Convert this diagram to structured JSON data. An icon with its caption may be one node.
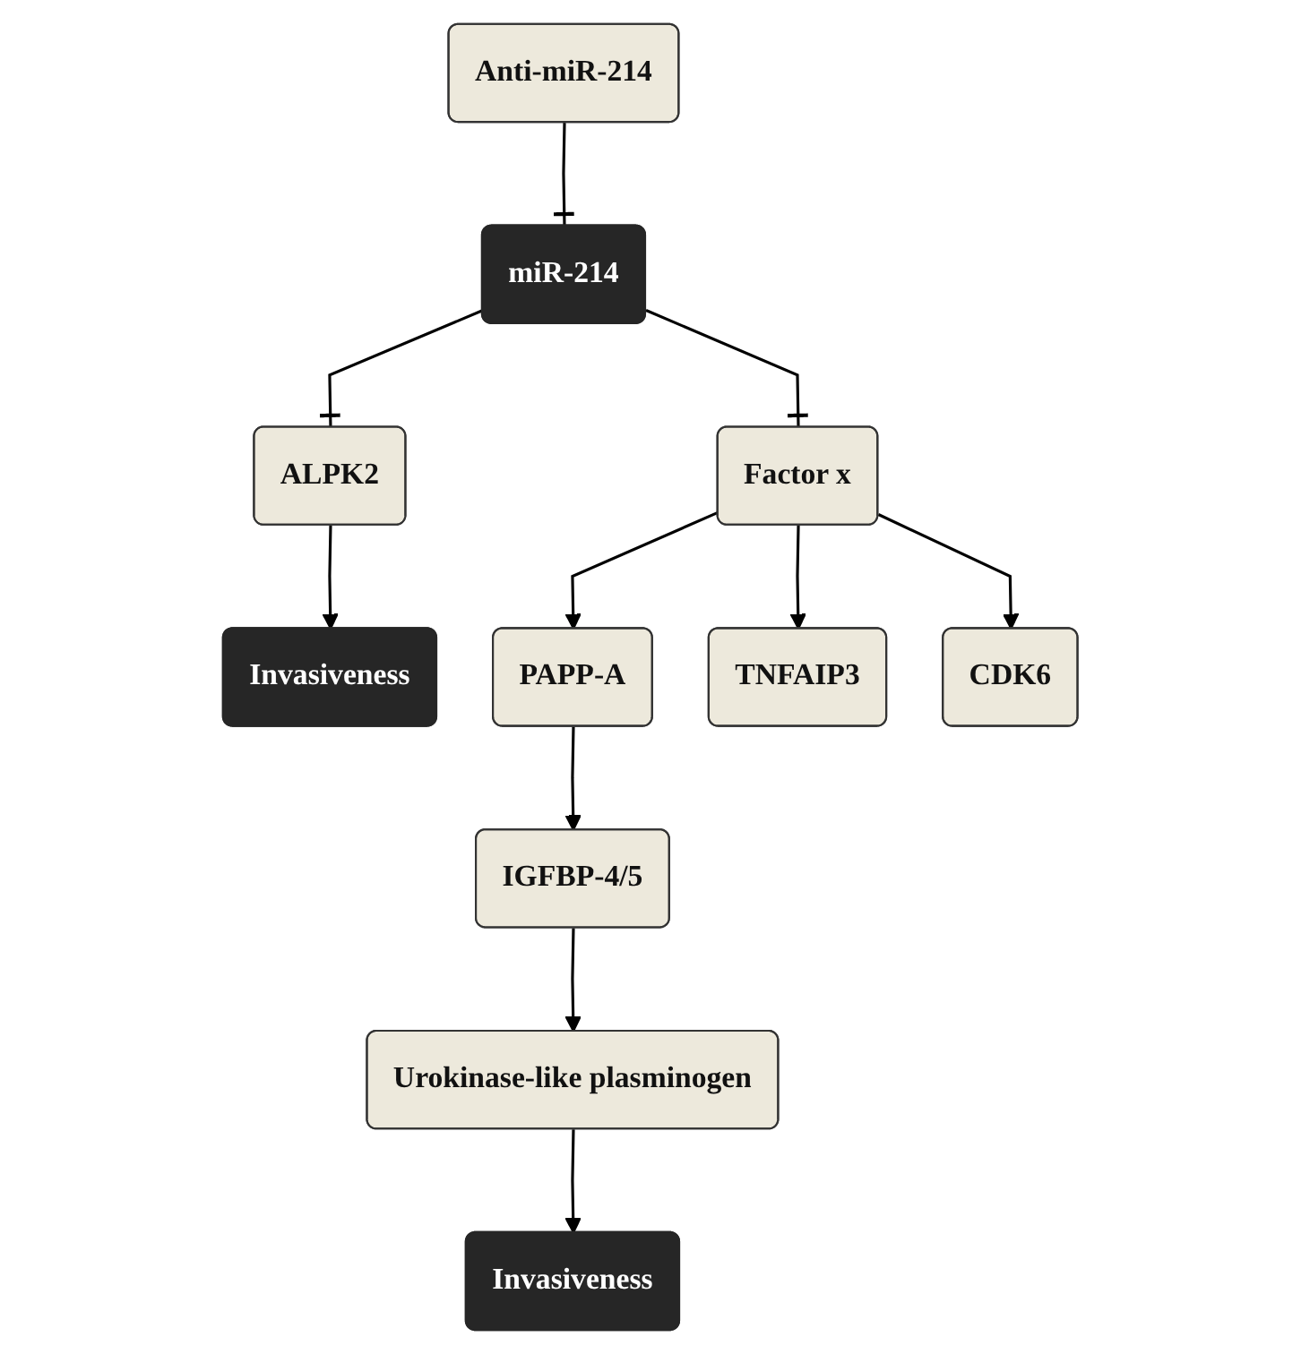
{
  "diagram": {
    "nodes": [
      {
        "text": [
          "miR-214"
        ]
      },
      {
        "text": [
          "Anti-miR-214"
        ]
      },
      {
        "text": [
          "ALPK2"
        ]
      },
      {
        "text": [
          "Factor x"
        ]
      },
      {
        "text": [
          "Invasiveness"
        ]
      },
      {
        "text": [
          "PAPP-A"
        ]
      },
      {
        "text": [
          "TNFAIP3"
        ]
      },
      {
        "text": [
          "CDK6"
        ]
      },
      {
        "text": [
          "IGFBP-4/5"
        ]
      },
      {
        "text": [
          "Urokinase-like plasminogen"
        ]
      },
      {
        "text": [
          "Invasiveness"
        ]
      }
    ],
    "edges": [
      {
        "from": 1,
        "to": 0,
        "arrow": "other"
      },
      {
        "from": 0,
        "to": 2,
        "arrow": "other"
      },
      {
        "from": 0,
        "to": 3,
        "arrow": "other"
      },
      {
        "from": 2,
        "to": 4,
        "arrow": "to"
      },
      {
        "from": 3,
        "to": 5,
        "arrow": "to"
      },
      {
        "from": 3,
        "to": 6,
        "arrow": "to"
      },
      {
        "from": 3,
        "to": 7,
        "arrow": "to"
      },
      {
        "from": 5,
        "to": 8,
        "arrow": "to"
      },
      {
        "from": 8,
        "to": 9,
        "arrow": "to"
      },
      {
        "from": 9,
        "to": 10,
        "arrow": "to"
      }
    ]
  }
}
